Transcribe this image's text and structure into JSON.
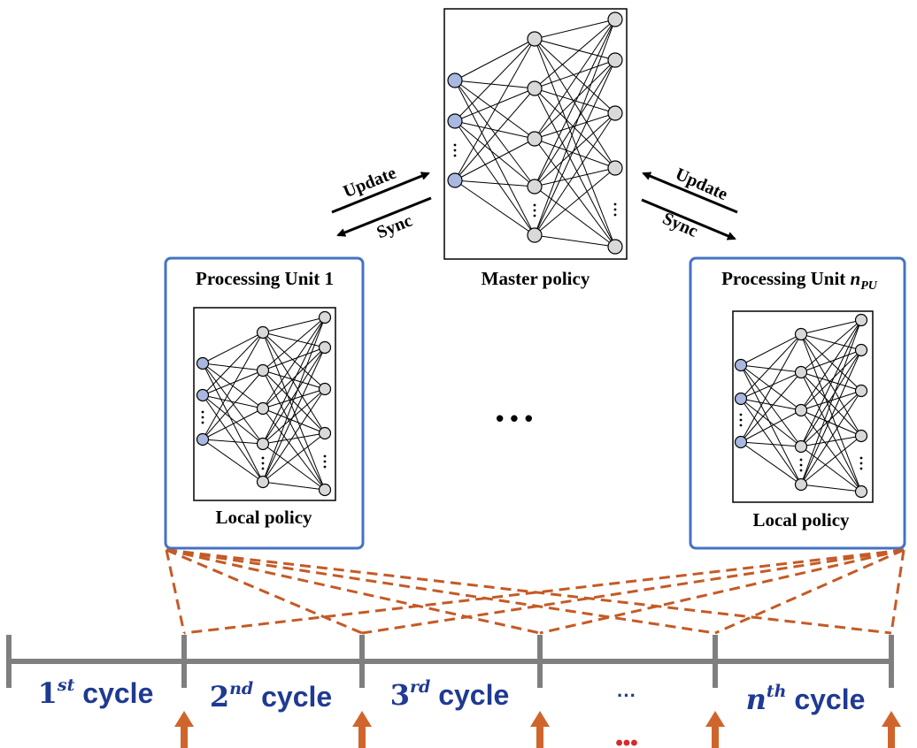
{
  "master": {
    "caption": "Master policy"
  },
  "units": [
    {
      "title": "Processing Unit 1",
      "caption": "Local policy"
    },
    {
      "title_main": "Processing Unit ",
      "title_var": "n",
      "title_sub": "PU",
      "caption": "Local policy"
    }
  ],
  "arrows": {
    "left": {
      "update": "Update",
      "sync": "Sync"
    },
    "right": {
      "update": "Update",
      "sync": "Sync"
    }
  },
  "middle_ellipsis": "• • •",
  "timeline": {
    "cycles": [
      {
        "num": "1",
        "sup": "st",
        "word": " cycle"
      },
      {
        "num": "2",
        "sup": "nd",
        "word": " cycle"
      },
      {
        "num": "3",
        "sup": "rd",
        "word": " cycle"
      },
      {
        "num": "",
        "sup": "",
        "word": "···"
      },
      {
        "num": "n",
        "sup": "th",
        "word": " cycle"
      }
    ],
    "bottom_ellipsis": "•••"
  },
  "colors": {
    "box_border": "#4472c4",
    "input_node": "#a9b8e0",
    "hidden_node": "#d9d9d9",
    "dashed": "#c55a26",
    "timeline": "#7f7f7f",
    "cycle_text": "#1f3a93",
    "up_arrow": "#d0652c",
    "red_dots": "#d62b2b"
  }
}
